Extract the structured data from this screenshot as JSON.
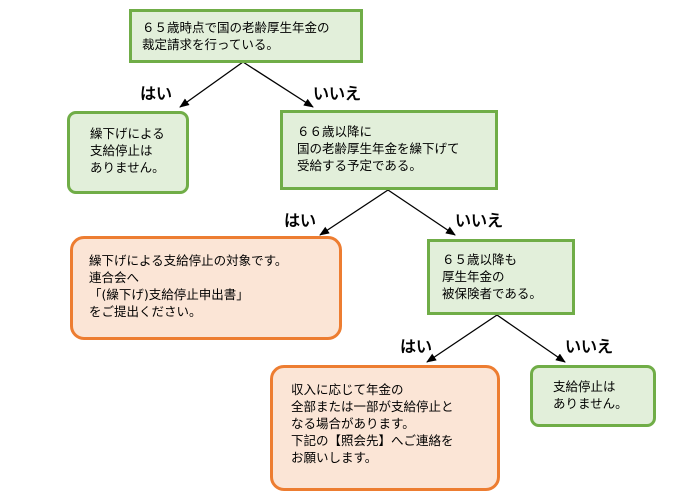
{
  "nodes": {
    "q1": {
      "lines": [
        "６５歳時点で国の老齢厚生年金の",
        "裁定請求を行っている。"
      ]
    },
    "r1": {
      "lines": [
        "繰下げによる",
        "支給停止は",
        "ありません。"
      ]
    },
    "q2": {
      "lines": [
        "６６歳以降に",
        "国の老齢厚生年金を繰下げて",
        "受給する予定である。"
      ]
    },
    "r2": {
      "lines": [
        "繰下げによる支給停止の対象です。",
        "連合会へ",
        "「(繰下げ)支給停止申出書」",
        "をご提出ください。"
      ]
    },
    "q3": {
      "lines": [
        "６５歳以降も",
        "厚生年金の",
        "被保険者である。"
      ]
    },
    "r3": {
      "lines": [
        "収入に応じて年金の",
        "全部または一部が支給停止と",
        "なる場合があります。",
        "下記の【照会先】へご連絡を",
        "お願いします。"
      ]
    },
    "r4": {
      "lines": [
        "支給停止は",
        "ありません。"
      ]
    }
  },
  "branches": {
    "q1_yes": "はい",
    "q1_no": "いいえ",
    "q2_yes": "はい",
    "q2_no": "いいえ",
    "q3_yes": "はい",
    "q3_no": "いいえ"
  },
  "colors": {
    "green_border": "#70ad47",
    "green_fill": "#e2efda",
    "orange_border": "#ed7d31",
    "orange_fill": "#fbe5d6"
  }
}
